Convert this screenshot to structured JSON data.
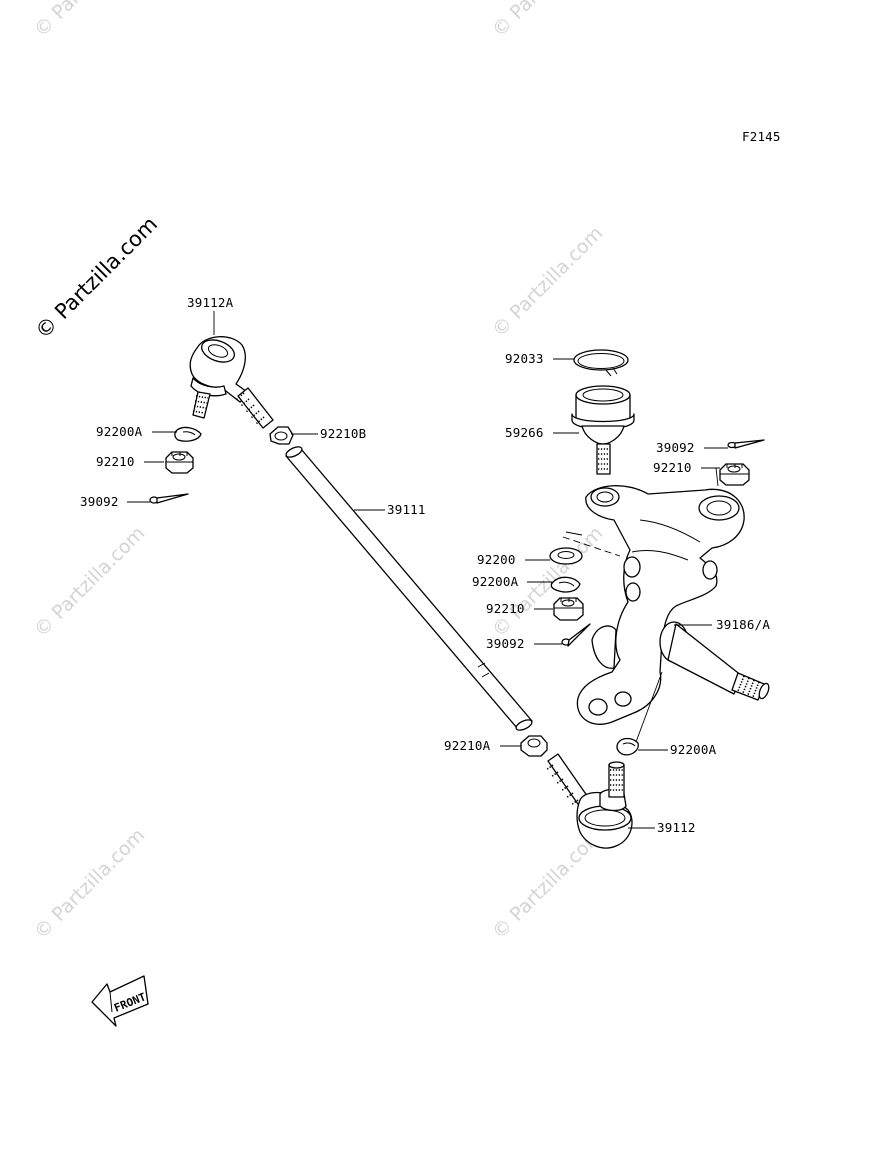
{
  "diagram": {
    "code": "F2145",
    "watermark": "© Partzilla.com",
    "front_label": "FRONT",
    "callouts": [
      {
        "id": "tie-rod-end-a",
        "label": "39112A"
      },
      {
        "id": "cotter-washer-a-left",
        "label": "92200A"
      },
      {
        "id": "castle-nut-left",
        "label": "92210"
      },
      {
        "id": "cotter-pin-left",
        "label": "39092"
      },
      {
        "id": "lock-nut-b",
        "label": "92210B"
      },
      {
        "id": "tie-rod",
        "label": "39111"
      },
      {
        "id": "snap-ring",
        "label": "92033"
      },
      {
        "id": "ball-joint",
        "label": "59266"
      },
      {
        "id": "cotter-pin-top",
        "label": "39092"
      },
      {
        "id": "castle-nut-top",
        "label": "92210"
      },
      {
        "id": "washer",
        "label": "92200"
      },
      {
        "id": "cotter-washer-a-mid",
        "label": "92200A"
      },
      {
        "id": "castle-nut-mid",
        "label": "92210"
      },
      {
        "id": "cotter-pin-mid",
        "label": "39092"
      },
      {
        "id": "knuckle",
        "label": "39186/A"
      },
      {
        "id": "lock-nut-a",
        "label": "92210A"
      },
      {
        "id": "cotter-washer-a-bottom",
        "label": "92200A"
      },
      {
        "id": "tie-rod-end",
        "label": "39112"
      }
    ]
  }
}
